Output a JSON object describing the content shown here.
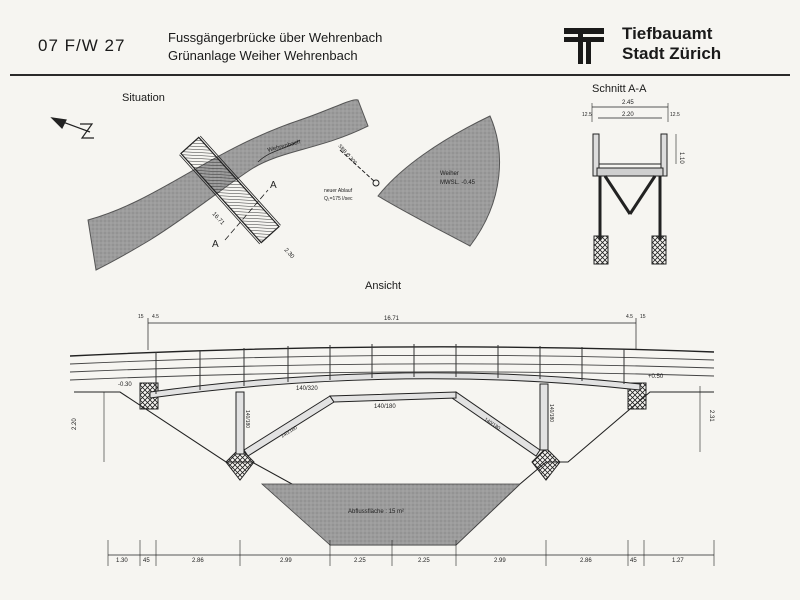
{
  "header": {
    "plan_code": "07 F/W 27",
    "title_line1": "Fussgängerbrücke über Wehrenbach",
    "title_line2": "Grünanlage Weiher Wehrenbach",
    "org_line1": "Tiefbauamt",
    "org_line2": "Stadt Zürich"
  },
  "situation": {
    "label": "Situation",
    "north": "N",
    "river_label": "Wehrenbach",
    "pipe_label": "SBB Ø 300",
    "outlet_label": "neuer Ablauf",
    "outlet_flow": "Q₁=175 l/sec",
    "pond_label": "Weiher",
    "pond_level": "MWSL. -0.45",
    "section_mark": "A",
    "span": "16.71",
    "width": "2.30"
  },
  "section": {
    "label": "Schnitt A-A",
    "overall_width": "2.45",
    "inner_width": "2.20",
    "edge_left": "12.5",
    "edge_right": "12.5",
    "railing_height": "1.10"
  },
  "elevation": {
    "label": "Ansicht",
    "span_total": "16.71",
    "left_offsets": [
      "15",
      "4.5"
    ],
    "right_offsets": [
      "4.5",
      "15"
    ],
    "level_left": "-0.30",
    "level_right": "+0.50",
    "height_left": "2.20",
    "height_right": "2.31",
    "beam_label_1": "140/320",
    "beam_label_2": "140/180",
    "post_left": "140/180",
    "strut_left": "140/180",
    "strut_right": "140/180",
    "post_right": "140/180",
    "flow_area": "Abflussfläche : 15 m²",
    "bottom_dims": [
      "1.30",
      "45",
      "2.86",
      "2.99",
      "2.25",
      "2.25",
      "2.99",
      "2.86",
      "45",
      "1.27"
    ]
  }
}
